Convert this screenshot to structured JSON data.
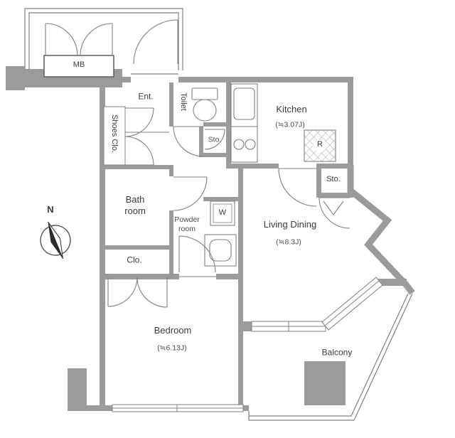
{
  "title": "Apartment floor plan",
  "colors": {
    "wall": "#9b9b9b",
    "thin_line": "#808080",
    "text": "#3b3b3b",
    "background": "#ffffff"
  },
  "compass": {
    "north_label": "N"
  },
  "rooms": {
    "mb": {
      "label": "MB"
    },
    "ent": {
      "label": "Ent."
    },
    "toilet": {
      "label": "Toilet"
    },
    "shoes": {
      "label": "Shoes Clo."
    },
    "sto_hall": {
      "label": "Sto."
    },
    "kitchen": {
      "label": "Kitchen",
      "size": "(≒3.07J)"
    },
    "sto_living": {
      "label": "Sto."
    },
    "bath": {
      "label": "Bath room"
    },
    "powder": {
      "label": "Powder room"
    },
    "living": {
      "label": "Living Dining",
      "size": "(≒8.3J)"
    },
    "clo": {
      "label": "Clo."
    },
    "bedroom": {
      "label": "Bedroom",
      "size": "(≒6.13J)"
    },
    "balcony": {
      "label": "Balcony"
    }
  },
  "fixtures": {
    "washer": {
      "label": "W"
    },
    "fridge": {
      "label": "R"
    }
  }
}
